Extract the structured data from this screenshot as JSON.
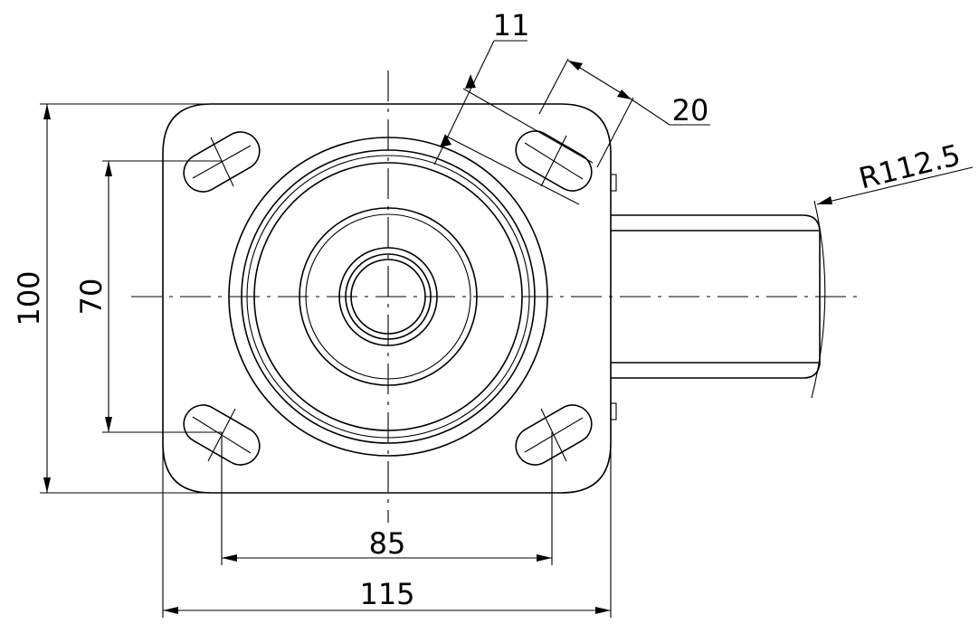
{
  "dimensions": {
    "dim_11": "11",
    "dim_20": "20",
    "dim_radius": "R112.5",
    "dim_100": "100",
    "dim_70": "70",
    "dim_85": "85",
    "dim_115": "115"
  },
  "colors": {
    "line": "#000000",
    "background": "#ffffff"
  }
}
